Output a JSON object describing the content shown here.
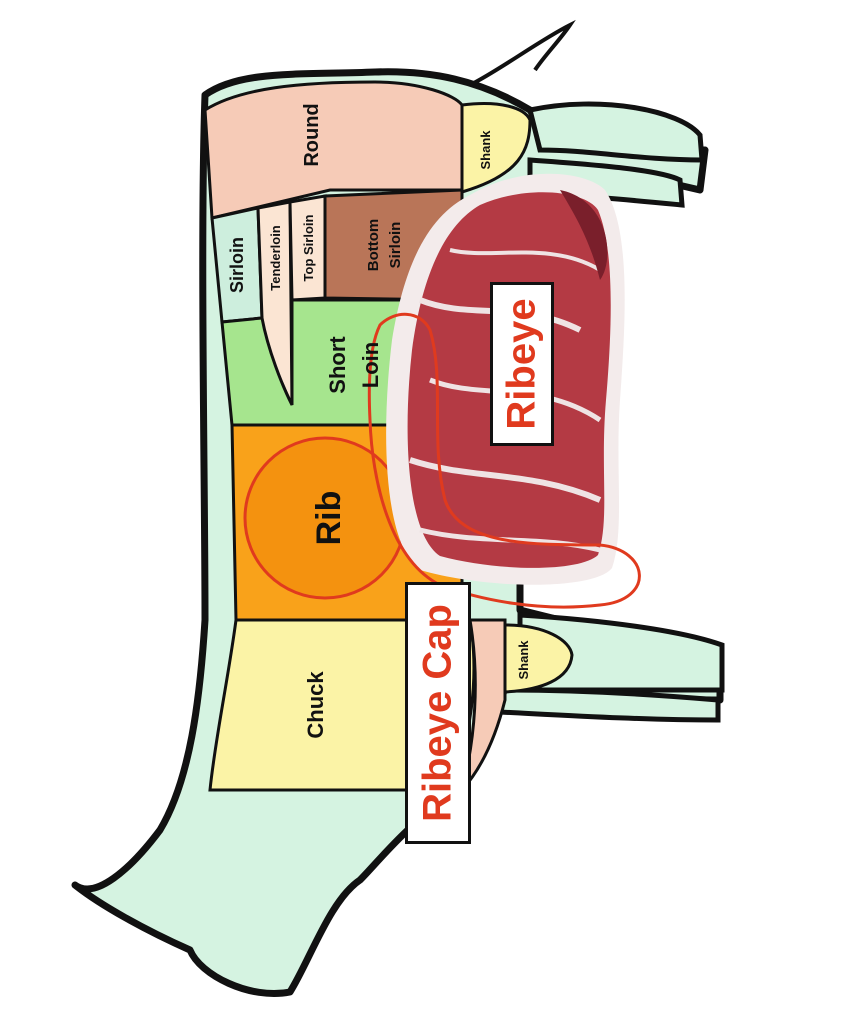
{
  "cuts": {
    "round": "Round",
    "shank_rear": "Shank",
    "sirloin": "Sirloin",
    "tenderloin": "Tenderloin",
    "top_sirloin": "Top Sirloin",
    "bottom_sirloin_line1": "Bottom",
    "bottom_sirloin_line2": "Sirloin",
    "short_loin_line1": "Short",
    "short_loin_line2": "Loin",
    "rib": "Rib",
    "chuck": "Chuck",
    "shank_front": "Shank"
  },
  "callouts": {
    "ribeye": "Ribeye",
    "ribeye_cap": "Ribeye Cap"
  },
  "colors": {
    "body_green": "#d5f3e1",
    "round": "#f6cbb7",
    "shank": "#fbf3a6",
    "sirloin": "#cdeedd",
    "tenderloin": "#fbe5d3",
    "top_sirloin": "#fbe5d3",
    "bottom_sirloin": "#b97558",
    "short_loin": "#a6e58e",
    "rib": "#f9a21a",
    "rib_circle": "#f4920f",
    "chuck": "#fbf3a6",
    "highlight_red": "#e03a1e",
    "outline": "#111111",
    "meat_red": "#b43a44",
    "meat_fat": "#f3ebeb"
  }
}
